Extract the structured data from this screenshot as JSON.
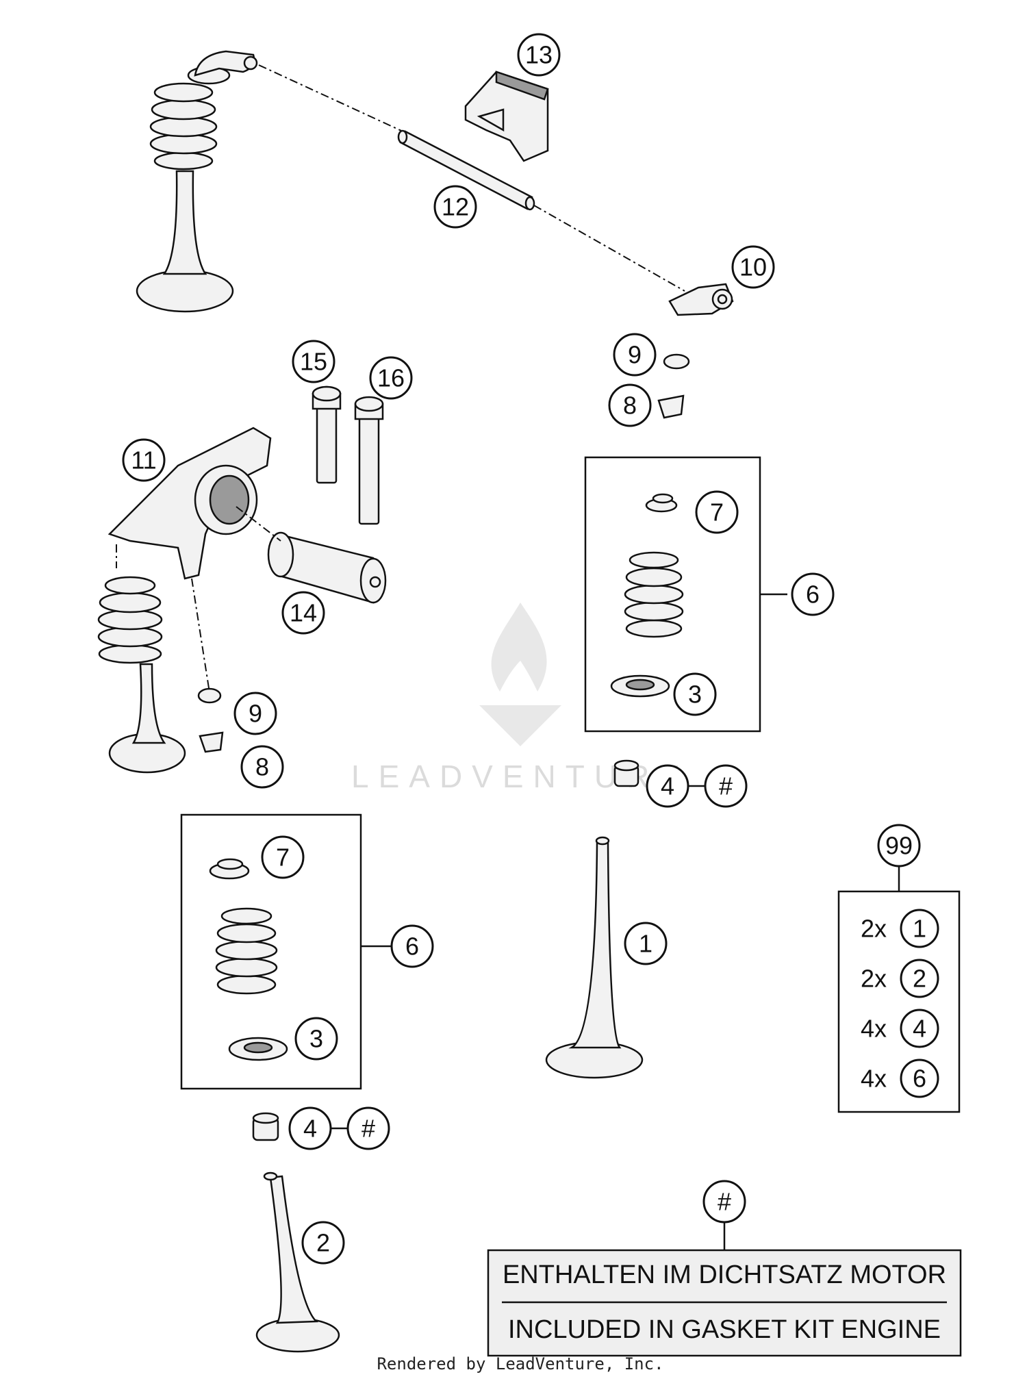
{
  "watermark": "LEADVENTURE",
  "callouts": {
    "c1": "1",
    "c2": "2",
    "c3a": "3",
    "c3b": "3",
    "c4a": "4",
    "c4b": "4",
    "ha": "#",
    "hb": "#",
    "c6a": "6",
    "c6b": "6",
    "c7a": "7",
    "c7b": "7",
    "c8a": "8",
    "c8b": "8",
    "c9a": "9",
    "c9b": "9",
    "c10": "10",
    "c11": "11",
    "c12": "12",
    "c13": "13",
    "c14": "14",
    "c15": "15",
    "c16": "16",
    "c99": "99",
    "hn": "#"
  },
  "kit_list": [
    {
      "qty": "2x",
      "ref": "1"
    },
    {
      "qty": "2x",
      "ref": "2"
    },
    {
      "qty": "4x",
      "ref": "4"
    },
    {
      "qty": "4x",
      "ref": "6"
    }
  ],
  "note": {
    "line_de": "ENTHALTEN IM DICHTSATZ MOTOR",
    "line_en": "INCLUDED IN GASKET KIT ENGINE"
  },
  "footer": "Rendered by LeadVenture, Inc."
}
